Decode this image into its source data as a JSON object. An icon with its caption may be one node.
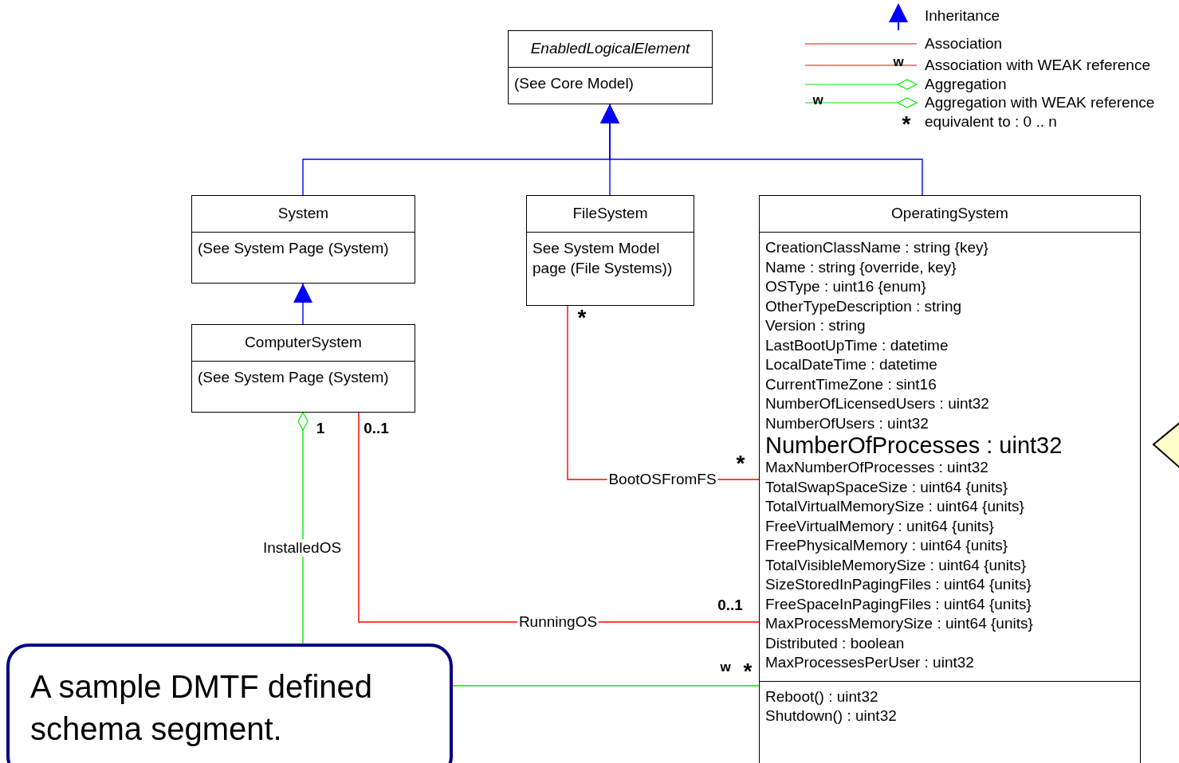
{
  "diagram": {
    "nodes": [
      {
        "text": [
          "EnabledLogicalElement",
          "(See Core Model)"
        ]
      },
      {
        "text": [
          "System",
          "(See System Page (System)"
        ]
      },
      {
        "text": [
          "FileSystem",
          "See System Model page (File Systems))"
        ]
      },
      {
        "text": [
          "OperatingSystem",
          "CreationClassName : string {key}",
          "Name : string {override, key}",
          "OSType : uint16 {enum}",
          "OtherTypeDescription : string",
          "Version : string",
          "LastBootUpTime : datetime",
          "LocalDateTime : datetime",
          "CurrentTimeZone : sint16",
          "NumberOfLicensedUsers : uint32",
          "NumberOfUsers : uint32",
          "NumberOfProcesses : uint32",
          "MaxNumberOfProcesses : uint32",
          "TotalSwapSpaceSize : uint64 {units}",
          "TotalVirtualMemorySize : uint64 {units}",
          "FreeVirtualMemory : unit64 {units}",
          "FreePhysicalMemory : uint64 {units}",
          "TotalVisibleMemorySize : uint64 {units}",
          "SizeStoredInPagingFiles : uint64 {units}",
          "FreeSpaceInPagingFiles : uint64 {units}",
          "MaxProcessMemorySize : uint64 {units}",
          "Distributed : boolean",
          "MaxProcessesPerUser : uint32",
          "Reboot() : uint32",
          "Shutdown() : uint32"
        ]
      },
      {
        "text": [
          "ComputerSystem",
          "(See System Page (System)"
        ]
      },
      {
        "text": [
          "A sample DMTF defined schema segment."
        ]
      }
    ],
    "edges": [
      {
        "from": 1,
        "to": 0,
        "arrow": "to"
      },
      {
        "from": 2,
        "to": 0,
        "arrow": "to"
      },
      {
        "from": 3,
        "to": 0,
        "arrow": "to"
      },
      {
        "from": 4,
        "to": 1,
        "arrow": "to"
      },
      {
        "from": 2,
        "to": 3,
        "arrow": "none",
        "label": "BootOSFromFS",
        "color": "#ff0000"
      },
      {
        "from": 4,
        "to": 3,
        "arrow": "none",
        "label": "RunningOS",
        "color": "#ff0000"
      },
      {
        "from": 4,
        "to": 5,
        "arrow": "other",
        "label": "InstalledOS",
        "color": "#00ee00"
      },
      {
        "from": 3,
        "to": 5,
        "arrow": "none",
        "color": "#00ee00"
      }
    ],
    "labels": [
      "w",
      "w",
      "*",
      "*",
      "1",
      "0..1",
      "*",
      "0..1",
      "w",
      "*"
    ],
    "legend": [
      {
        "text": "Inheritance"
      },
      {
        "text": "Association"
      },
      {
        "text": "Association with WEAK reference"
      },
      {
        "text": "Aggregation"
      },
      {
        "text": "Aggregation with WEAK reference"
      },
      {
        "text": "equivalent to :  0 .. n"
      }
    ]
  }
}
